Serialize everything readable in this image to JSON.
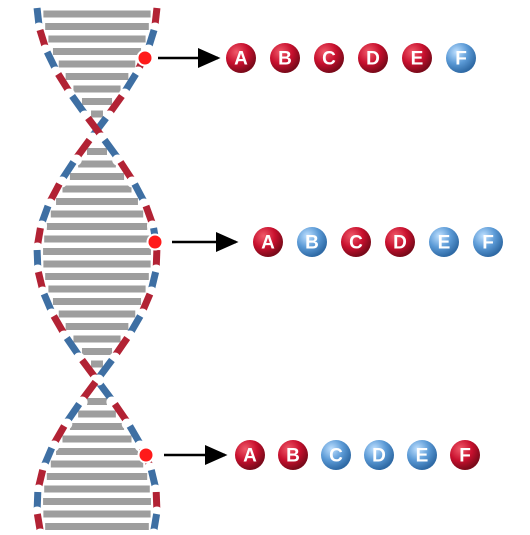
{
  "colors": {
    "red": "#c8102e",
    "blue": "#4f8fcf",
    "rung": "#9e9e9e",
    "strand_red": "#b22234",
    "strand_blue": "#3e6fa3",
    "marker": "#ff1a1a",
    "arrow": "#000000"
  },
  "rows": [
    {
      "label_id": "row-1",
      "circles": [
        {
          "letter": "A",
          "color": "red"
        },
        {
          "letter": "B",
          "color": "red"
        },
        {
          "letter": "C",
          "color": "red"
        },
        {
          "letter": "D",
          "color": "red"
        },
        {
          "letter": "E",
          "color": "red"
        },
        {
          "letter": "F",
          "color": "blue"
        }
      ]
    },
    {
      "label_id": "row-2",
      "circles": [
        {
          "letter": "A",
          "color": "red"
        },
        {
          "letter": "B",
          "color": "blue"
        },
        {
          "letter": "C",
          "color": "red"
        },
        {
          "letter": "D",
          "color": "red"
        },
        {
          "letter": "E",
          "color": "blue"
        },
        {
          "letter": "F",
          "color": "blue"
        }
      ]
    },
    {
      "label_id": "row-3",
      "circles": [
        {
          "letter": "A",
          "color": "red"
        },
        {
          "letter": "B",
          "color": "red"
        },
        {
          "letter": "C",
          "color": "blue"
        },
        {
          "letter": "D",
          "color": "blue"
        },
        {
          "letter": "E",
          "color": "blue"
        },
        {
          "letter": "F",
          "color": "red"
        }
      ]
    }
  ]
}
